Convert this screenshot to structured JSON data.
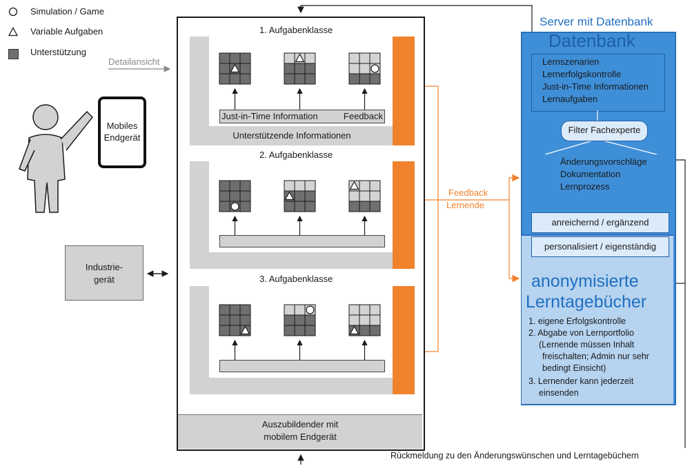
{
  "legend": {
    "simulation": "Simulation / Game",
    "variable": "Variable Aufgaben",
    "support": "Unterstützung"
  },
  "left": {
    "detail_label": "Detailansicht",
    "device_label_1": "Mobiles",
    "device_label_2": "Endgerät",
    "industrie_1": "Industrie-",
    "industrie_2": "gerät"
  },
  "main": {
    "class1_title": "1. Aufgabenklasse",
    "class2_title": "2. Aufgabenklasse",
    "class3_title": "3. Aufgabenklasse",
    "jit_label": "Just-in-Time Information",
    "feedback_label": "Feedback",
    "support_info": "Unterstützende Informationen",
    "bottom_1": "Auszubildender mit",
    "bottom_2": "mobilem Endgerät"
  },
  "feedback": {
    "line1": "Feedback",
    "line2": "Lernende"
  },
  "server": {
    "title": "Server mit Datenbank",
    "db_title": "Datenbank",
    "db_items": [
      "Lernszenarien",
      "Lernerfolgskontrolle",
      "Just-in-Time Informationen",
      "Lernaufgaben"
    ],
    "filter": "Filter Fachexperte",
    "changes": [
      "Änderungsvorschläge",
      "Dokumentation",
      "Lernprozess"
    ],
    "enriching": "anreichernd / ergänzend",
    "personal": "personalisiert / eigenständig",
    "diary_title_1": "anonymisierte",
    "diary_title_2": "Lerntagebücher",
    "diary_items": [
      "1. eigene Erfolgskontrolle",
      "2. Abgabe von Lernportfolio",
      "(Lernende müssen Inhalt",
      "freischalten; Admin nur sehr",
      "bedingt Einsicht)",
      "3. Lernender kann jederzeit",
      "einsenden"
    ]
  },
  "bottom_note": "Rückmeldung zu den Änderungswünschen und Lerntagebüchern",
  "colors": {
    "orange": "#f0822d",
    "blue": "#3f8fd8",
    "light_blue": "#b6d3f0",
    "title_blue": "#1f6fc1"
  }
}
